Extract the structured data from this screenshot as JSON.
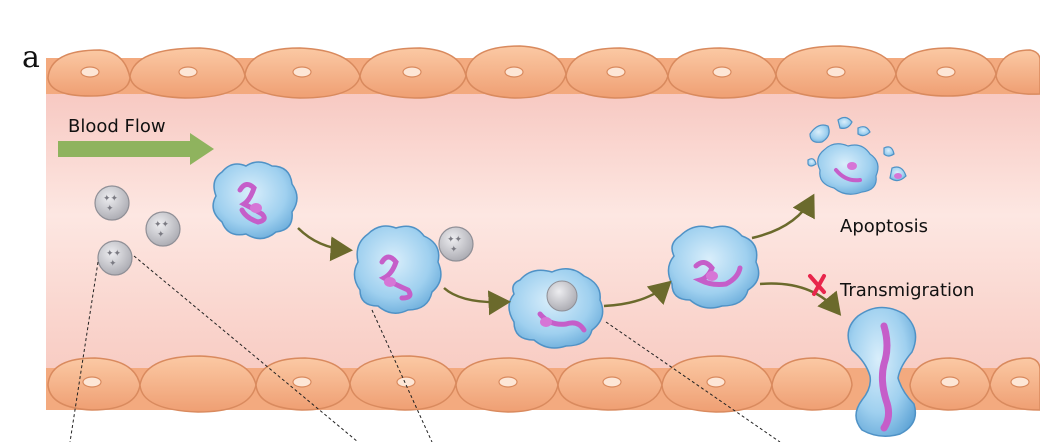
{
  "panel_letter": "a",
  "labels": {
    "blood_flow": "Blood Flow",
    "apoptosis": "Apoptosis",
    "transmigration": "Transmigration"
  },
  "colors": {
    "vessel_lumen": "#fbd9d3",
    "endothelial_cell": "#f6b88f",
    "neutrophil": "#8ec6ea",
    "nucleus": "#d675d6",
    "flow_arrow": "#8fb35e",
    "path_arrow": "#6b6a2c",
    "blocked_mark": "#e8254b",
    "nanoparticle": "#b8b8bc"
  },
  "icons": {
    "flow_arrow": "right-arrow-icon",
    "blocked": "cross-mark-icon"
  }
}
